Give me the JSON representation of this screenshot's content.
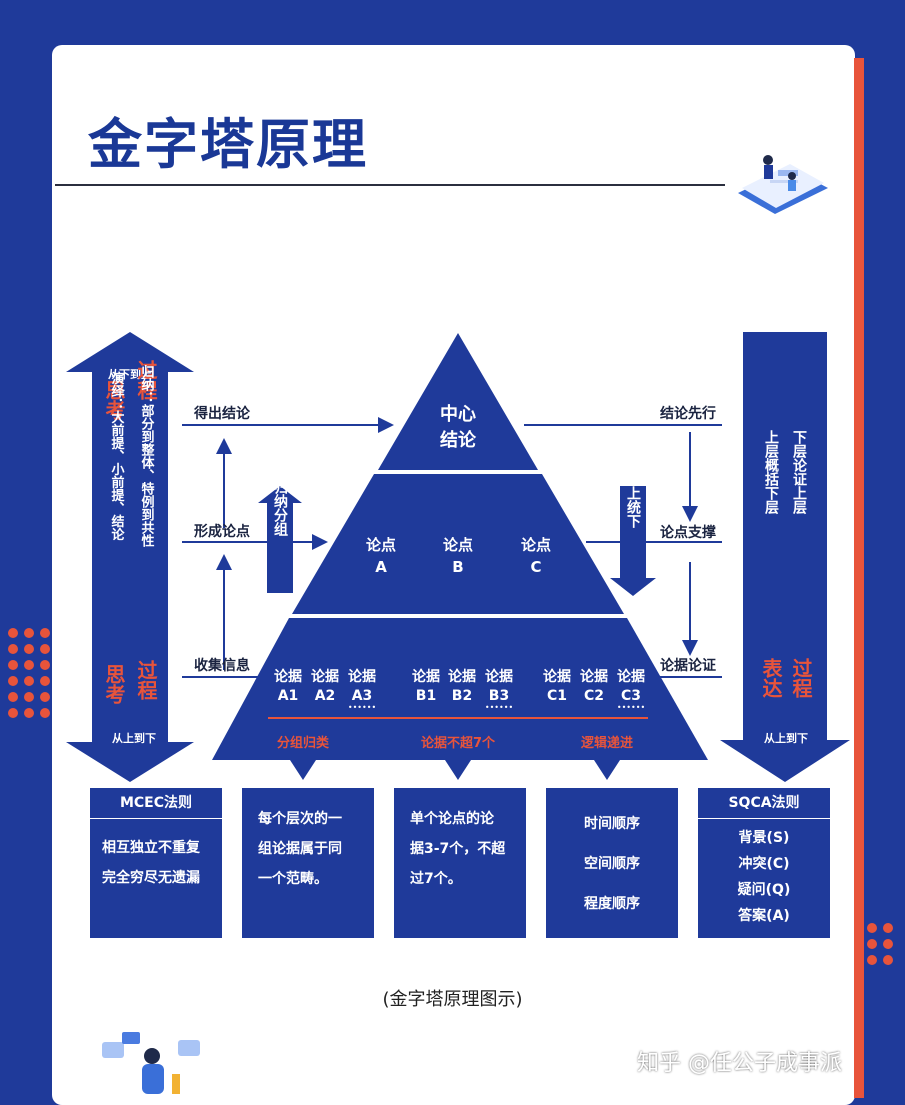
{
  "title": "金字塔原理",
  "caption": "(金字塔原理图示)",
  "watermark": "知乎 @任公子成事派",
  "colors": {
    "navy": "#1f3a9a",
    "red": "#e8543b",
    "white": "#ffffff"
  },
  "left_arrow": {
    "top_small": "从下到上",
    "top_big_left": "思考",
    "top_big_right": "过程",
    "col1": "演绎：大前提、小前提、结论",
    "col2": "归纳：部分到整体、特例到共性",
    "bottom_big_left": "思考",
    "bottom_big_right": "过程",
    "bottom_small": "从上到下"
  },
  "right_arrow": {
    "col1": "上层概括下层",
    "col2": "下层论证上层",
    "big_left": "表达",
    "big_right": "过程",
    "small": "从上到下"
  },
  "left_flow": [
    "得出结论",
    "形成论点",
    "收集信息"
  ],
  "right_flow": [
    "结论先行",
    "论点支撑",
    "论据论证"
  ],
  "small_arrows": {
    "left": "归纳分组",
    "right": "以上统下"
  },
  "pyramid": {
    "top": [
      "中心",
      "结论"
    ],
    "middle": [
      [
        "论点",
        "A"
      ],
      [
        "论点",
        "B"
      ],
      [
        "论点",
        "C"
      ]
    ],
    "bottom": [
      [
        "论据",
        "A1"
      ],
      [
        "论据",
        "A2"
      ],
      [
        "论据",
        "A3"
      ],
      [
        "论据",
        "B1"
      ],
      [
        "论据",
        "B2"
      ],
      [
        "论据",
        "B3"
      ],
      [
        "论据",
        "C1"
      ],
      [
        "论据",
        "C2"
      ],
      [
        "论据",
        "C3"
      ]
    ],
    "base_labels": [
      "分组归类",
      "论据不超7个",
      "逻辑递进"
    ]
  },
  "boxes": {
    "mcec": {
      "head": "MCEC法则",
      "lines": [
        "相互独立不重复",
        "完全穷尽无遗漏"
      ]
    },
    "group": {
      "lines": [
        "每个层次的一",
        "组论据属于同",
        "一个范畴。"
      ]
    },
    "count": {
      "lines": [
        "单个论点的论",
        "据3-7个，不超",
        "过7个。"
      ]
    },
    "order": {
      "lines": [
        "时间顺序",
        "空间顺序",
        "程度顺序"
      ]
    },
    "sqca": {
      "head": "SQCA法则",
      "lines": [
        "背景(S)",
        "冲突(C)",
        "疑问(Q)",
        "答案(A)"
      ]
    }
  }
}
